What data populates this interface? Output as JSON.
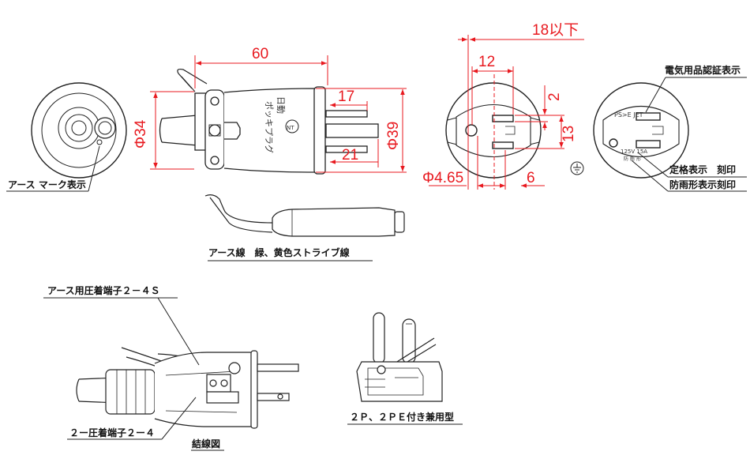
{
  "dimensions": {
    "length_60": "60",
    "phi_34": "Φ34",
    "len_17": "17",
    "len_21": "21",
    "phi_39": "Φ39",
    "max_18": "18以下",
    "w_12": "12",
    "h_2": "2",
    "h_13": "13",
    "phi_465": "Φ4.65",
    "w_6": "6"
  },
  "labels": {
    "earth_mark": "アース マーク表示",
    "earth_wire": "アース線　緑、黄色ストライブ線",
    "pse_mark": "電気用品認証表示",
    "rating": "定格表示　刻印",
    "rainproof": "防雨形表示刻印",
    "earth_crimp": "アース用圧着端子２－４Ｓ",
    "crimp_2": "２ー圧着端子２ー４",
    "wiring": "結線図",
    "combo": "２Ｐ、２ＰＥ付き兼用型"
  },
  "body_print": {
    "maker_1": "日動",
    "maker_2": "ポッキプラグ",
    "ring_text": "NT",
    "stamp_1": "PS>E  JET",
    "stamp_2": "125V 15A",
    "stamp_3": "防 雨 形"
  },
  "colors": {
    "dimension": "#e8191f",
    "line": "#222222"
  }
}
